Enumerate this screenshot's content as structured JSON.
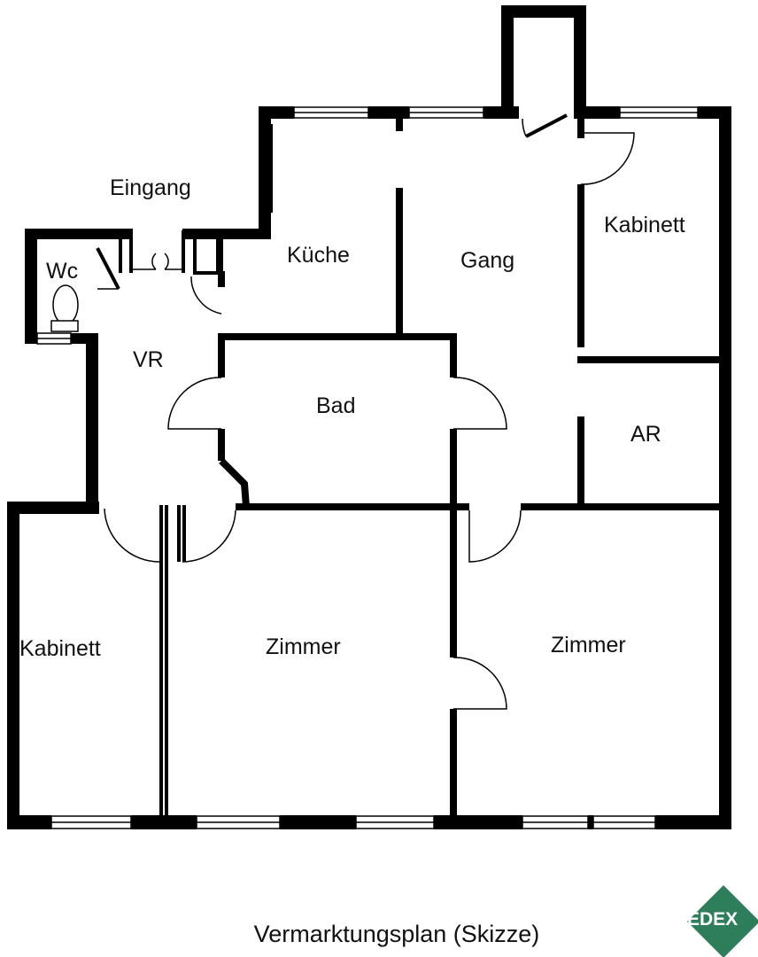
{
  "rooms": {
    "eingang": "Eingang",
    "wc": "Wc",
    "kueche": "Küche",
    "gang": "Gang",
    "kabinett_top": "Kabinett",
    "vr": "VR",
    "bad": "Bad",
    "ar": "AR",
    "kabinett_bottom": "Kabinett",
    "zimmer_middle": "Zimmer",
    "zimmer_right": "Zimmer"
  },
  "caption": "Vermarktungsplan (Skizze)",
  "logo": {
    "text": "EDEX",
    "color": "#2e7d5b"
  }
}
